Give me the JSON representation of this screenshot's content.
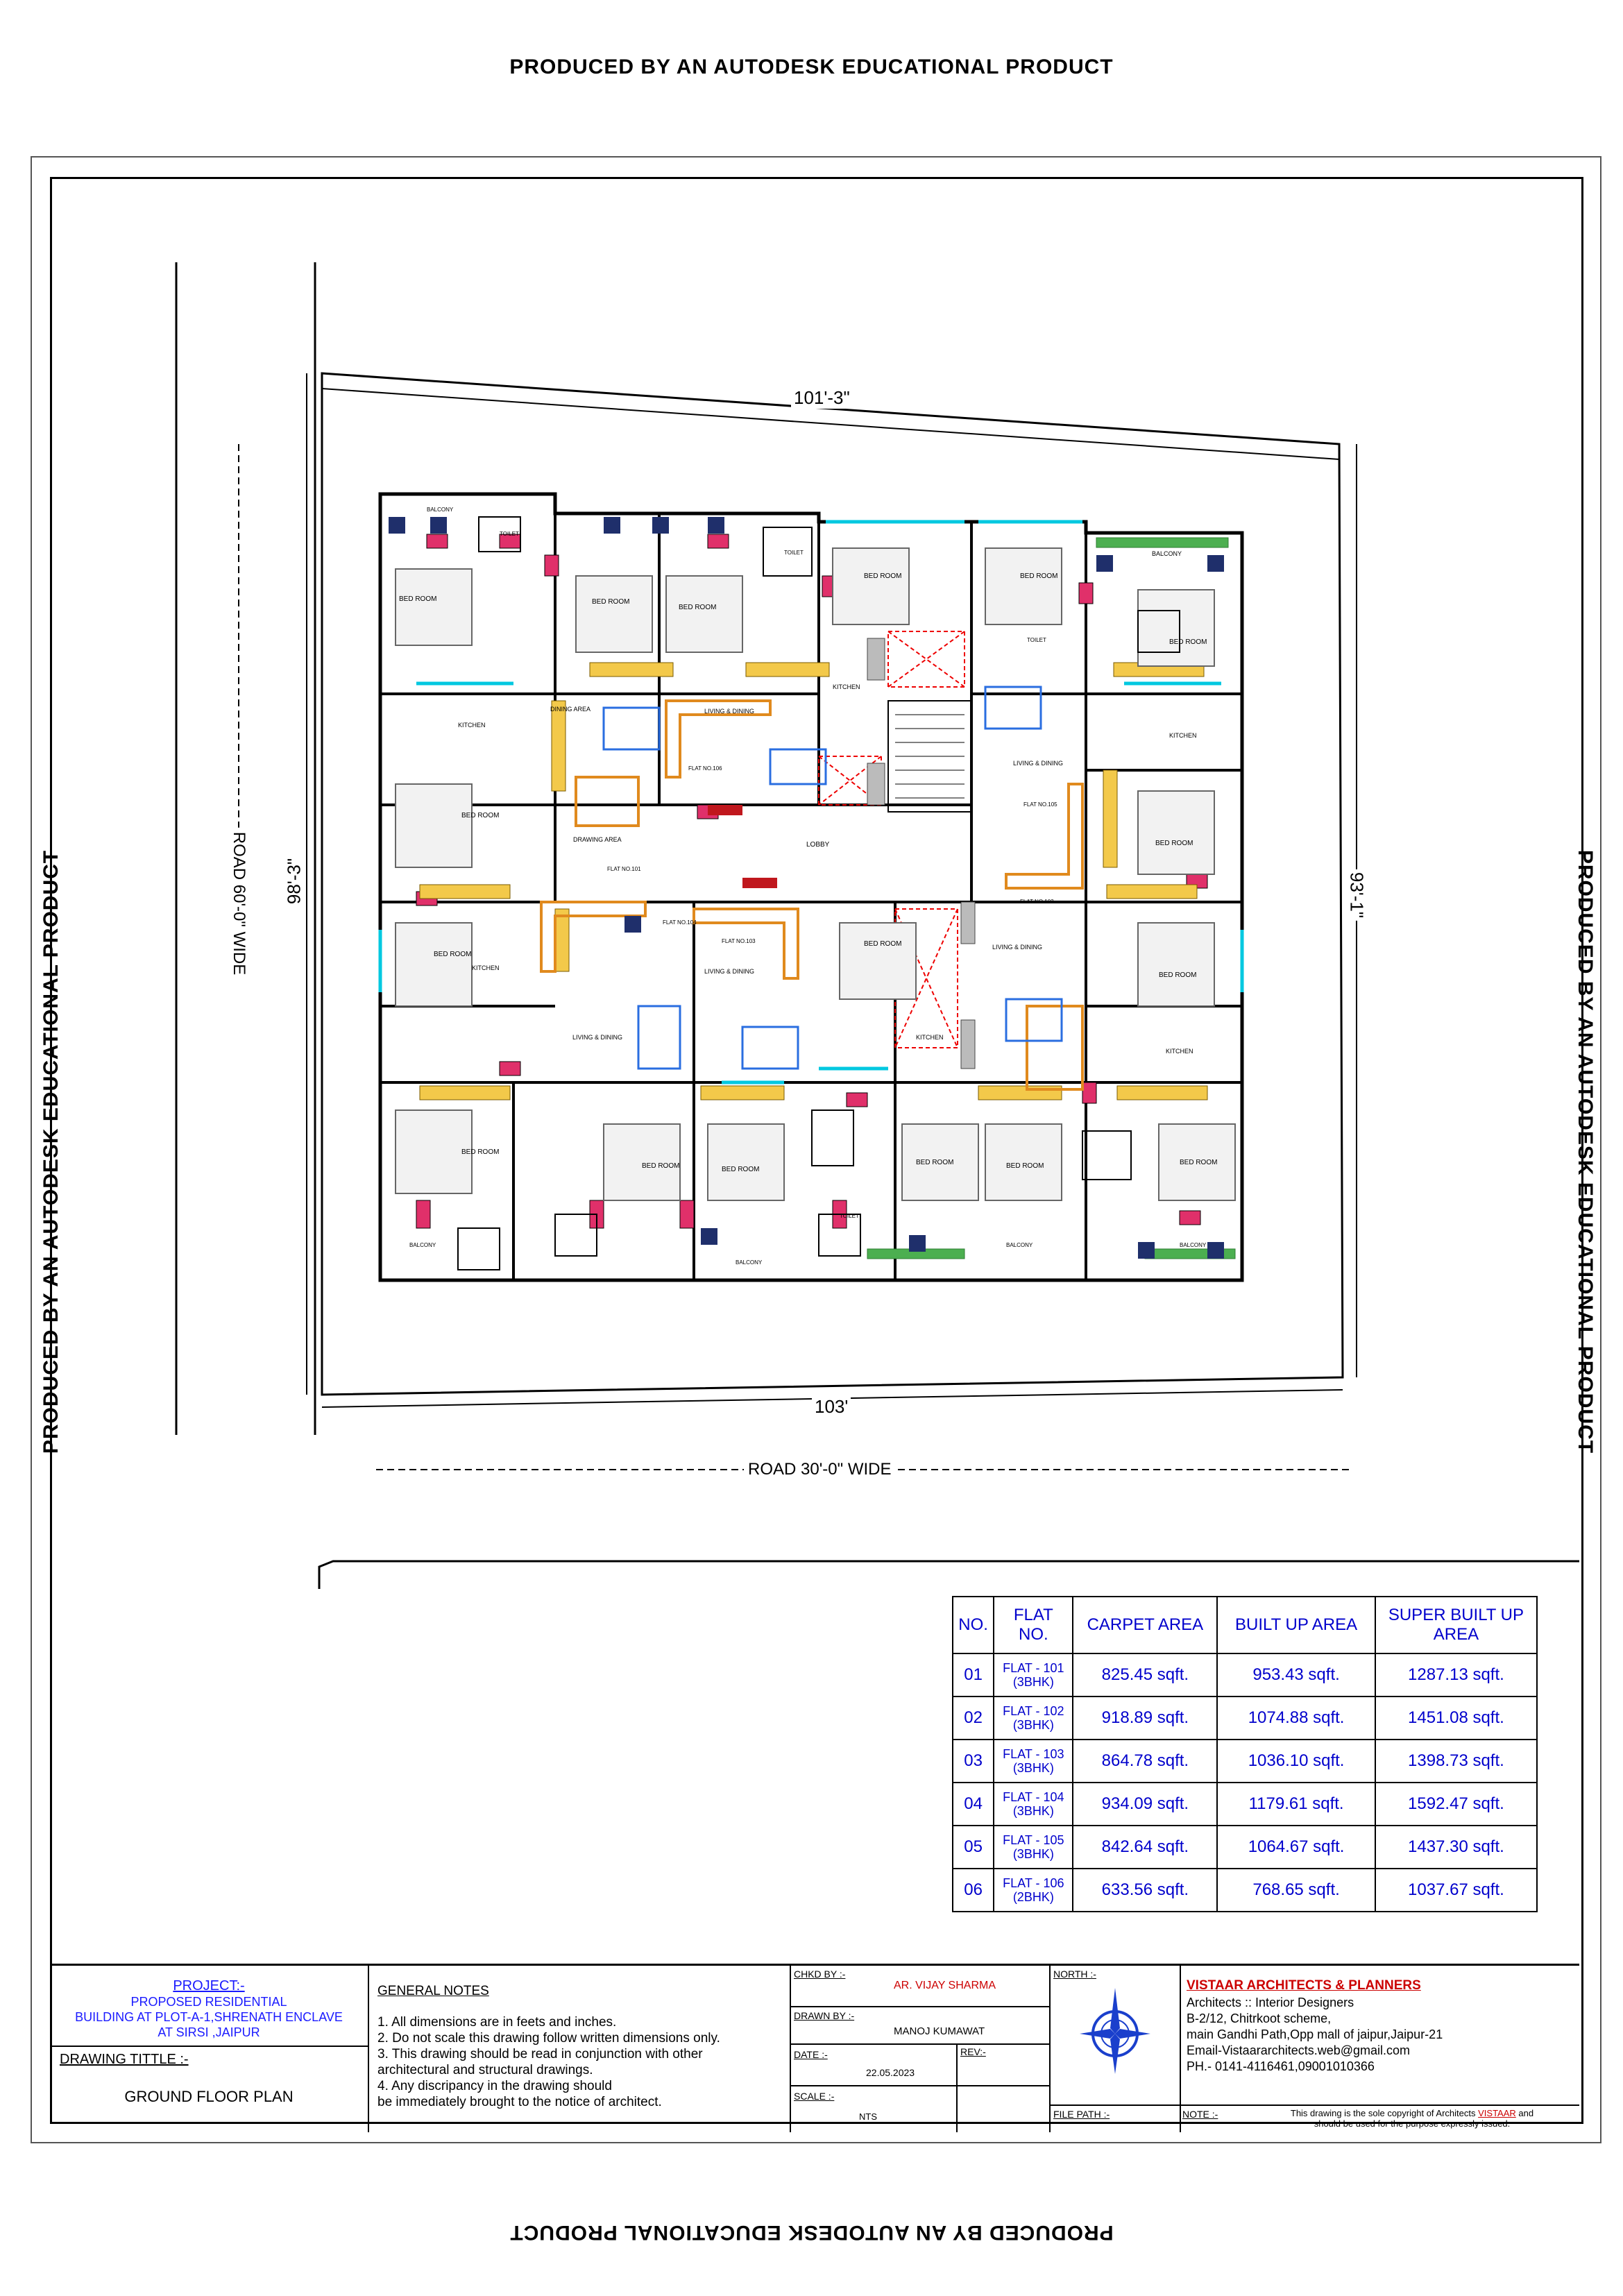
{
  "watermark": "PRODUCED BY AN AUTODESK EDUCATIONAL PRODUCT",
  "plot": {
    "dim_top": "101'-3\"",
    "dim_bottom": "103'",
    "dim_left": "98'-3\"",
    "dim_right": "93'-1\"",
    "road_left": "ROAD 60'-0\" WIDE",
    "road_bottom": "ROAD 30'-0\" WIDE"
  },
  "rooms": [
    {
      "label": "BALCONY"
    },
    {
      "label": "BED ROOM"
    },
    {
      "label": "TOILET"
    },
    {
      "label": "KITCHEN"
    },
    {
      "label": "DINING AREA"
    },
    {
      "label": "LIVING & DINING"
    },
    {
      "label": "DRAWING AREA"
    },
    {
      "label": "LOBBY"
    },
    {
      "label": "FLAT NO.101"
    },
    {
      "label": "FLAT NO.102"
    },
    {
      "label": "FLAT NO.103"
    },
    {
      "label": "FLAT NO.104"
    },
    {
      "label": "FLAT NO.105"
    },
    {
      "label": "FLAT NO.106"
    }
  ],
  "area_table": {
    "headers": [
      "NO.",
      "FLAT NO.",
      "CARPET AREA",
      "BUILT UP AREA",
      "SUPER BUILT UP AREA"
    ],
    "rows": [
      {
        "no": "01",
        "flat": "FLAT - 101",
        "type": "(3BHK)",
        "carpet": "825.45 sqft.",
        "built": "953.43 sqft.",
        "super": "1287.13 sqft."
      },
      {
        "no": "02",
        "flat": "FLAT - 102",
        "type": "(3BHK)",
        "carpet": "918.89 sqft.",
        "built": "1074.88 sqft.",
        "super": "1451.08 sqft."
      },
      {
        "no": "03",
        "flat": "FLAT - 103",
        "type": "(3BHK)",
        "carpet": "864.78 sqft.",
        "built": "1036.10 sqft.",
        "super": "1398.73 sqft."
      },
      {
        "no": "04",
        "flat": "FLAT - 104",
        "type": "(3BHK)",
        "carpet": "934.09 sqft.",
        "built": "1179.61 sqft.",
        "super": "1592.47 sqft."
      },
      {
        "no": "05",
        "flat": "FLAT - 105",
        "type": "(3BHK)",
        "carpet": "842.64 sqft.",
        "built": "1064.67 sqft.",
        "super": "1437.30 sqft."
      },
      {
        "no": "06",
        "flat": "FLAT - 106",
        "type": "(2BHK)",
        "carpet": "633.56 sqft.",
        "built": "768.65 sqft.",
        "super": "1037.67 sqft."
      }
    ]
  },
  "title_block": {
    "project_label": "PROJECT:-",
    "project_lines": [
      "PROPOSED RESIDENTIAL",
      "BUILDING AT PLOT-A-1,SHRENATH ENCLAVE",
      "AT SIRSI ,JAIPUR"
    ],
    "drawing_title_label": "DRAWING TITTLE :-",
    "drawing_title": "GROUND FLOOR PLAN",
    "notes_heading": "GENERAL NOTES",
    "notes": [
      "1. All dimensions are in feets and inches.",
      "2. Do not scale this drawing follow written dimensions only.",
      "3. This drawing should be read in conjunction with other",
      "architectural and structural drawings.",
      "4. Any discripancy in the drawing should",
      "be immediately brought to the notice of architect."
    ],
    "chkd_by_label": "CHKD BY :-",
    "chkd_by": "AR. VIJAY SHARMA",
    "drawn_by_label": "DRAWN BY :-",
    "drawn_by": "MANOJ KUMAWAT",
    "date_label": "DATE :-",
    "date": "22.05.2023",
    "rev_label": "REV:-",
    "scale_label": "SCALE :-",
    "scale": "NTS",
    "north_label": "NORTH :-",
    "file_path_label": "FILE PATH :-",
    "firm_name": "VISTAAR ARCHITECTS & PLANNERS",
    "firm_lines": [
      "Architects  ::  Interior Designers",
      "B-2/12, Chitrkoot scheme,",
      "main Gandhi Path,Opp mall of jaipur,Jaipur-21",
      "Email-Vistaararchitects.web@gmail.com",
      "PH.- 0141-4116461,09001010366"
    ],
    "note_label": "NOTE :-",
    "note_text_1": "This drawing is the sole copyright of  Architects",
    "note_brand": "VISTAAR",
    "note_text_2": "and",
    "note_text_3": "should be used for the purpose expressly issued."
  }
}
